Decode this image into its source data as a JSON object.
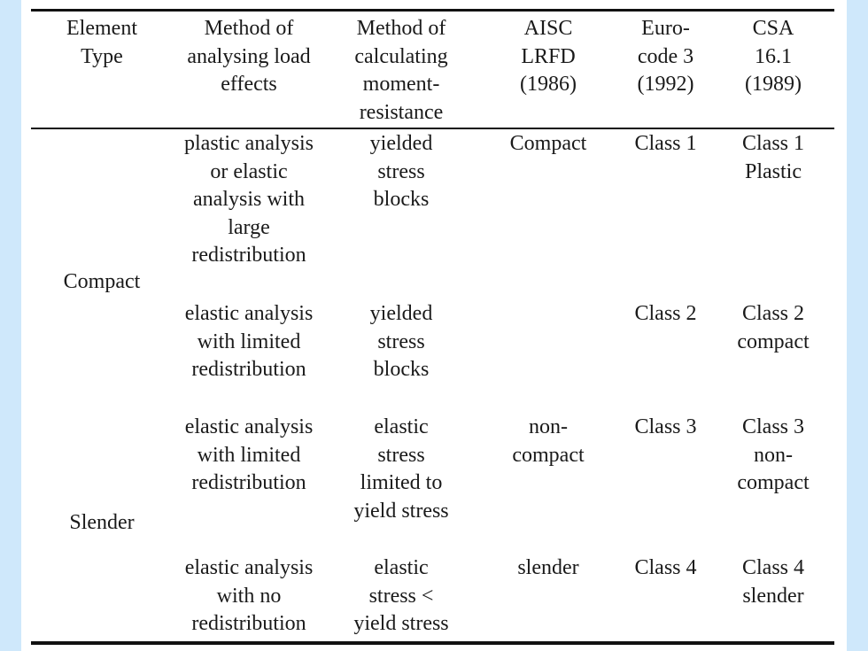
{
  "header": {
    "element_type": "Element\nType",
    "analysis_method": "Method of\nanalysing load\neffects",
    "calc_method": "Method of\ncalculating\nmoment-\nresistance",
    "aisc": "AISC\nLRFD\n(1986)",
    "eurocode": "Euro-\ncode 3\n(1992)",
    "csa": "CSA\n16.1\n(1989)"
  },
  "groups": {
    "compact": "Compact",
    "slender": "Slender"
  },
  "rows": [
    {
      "analysis": "plastic analysis\nor elastic\nanalysis with\nlarge\nredistribution",
      "calc": "yielded\nstress\nblocks",
      "aisc": "Compact",
      "eurocode": "Class 1",
      "csa": "Class 1\nPlastic"
    },
    {
      "analysis": "elastic analysis\nwith limited\nredistribution",
      "calc": "yielded\nstress\nblocks",
      "aisc": "",
      "eurocode": "Class 2",
      "csa": "Class 2\ncompact"
    },
    {
      "analysis": "elastic analysis\nwith limited\nredistribution",
      "calc": "elastic\nstress\nlimited to\nyield stress",
      "aisc": "non-\ncompact",
      "eurocode": "Class 3",
      "csa": "Class 3\nnon-\ncompact"
    },
    {
      "analysis": "elastic analysis\nwith no\nredistribution",
      "calc": "elastic\nstress  <\nyield stress",
      "aisc": "slender",
      "eurocode": "Class 4",
      "csa": "Class 4\nslender"
    }
  ]
}
